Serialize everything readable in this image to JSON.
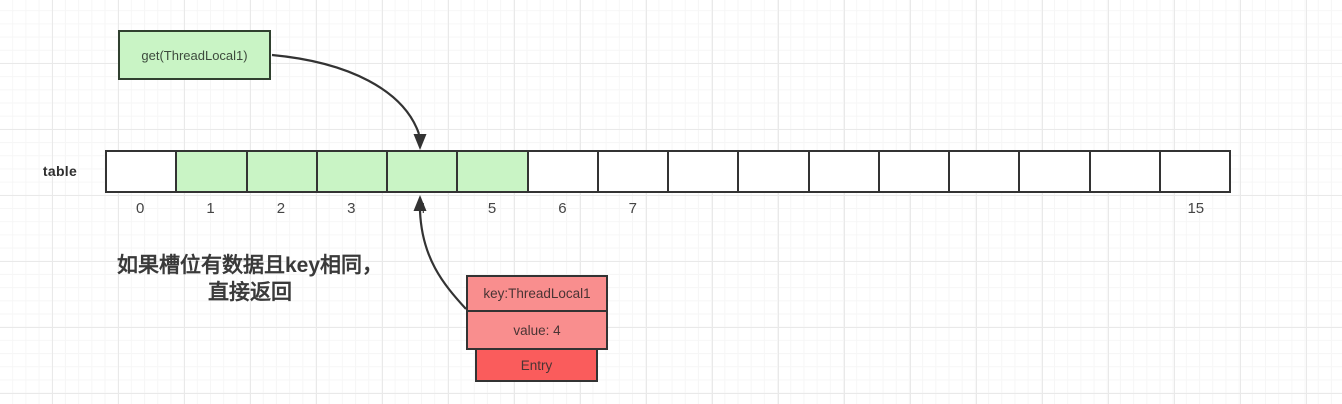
{
  "get_box": {
    "label": "get(ThreadLocal1)"
  },
  "table": {
    "label": "table",
    "cell_count": 16,
    "highlighted_indices": [
      1,
      2,
      3,
      4,
      5
    ],
    "index_labels": [
      "0",
      "1",
      "2",
      "3",
      "4",
      "5",
      "6",
      "7",
      "",
      "",
      "",
      "",
      "",
      "",
      "",
      "15"
    ]
  },
  "note": {
    "line1": "如果槽位有数据且key相同，",
    "line2": "直接返回"
  },
  "entry": {
    "key_label": "key:ThreadLocal1",
    "value_label": "value: 4",
    "entry_label": "Entry"
  },
  "colors": {
    "green_fill": "#c9f4c5",
    "green_border": "#30402f",
    "cell_border": "#333333",
    "red_light_fill": "#f98e8e",
    "red_dark_fill": "#fa5c5c",
    "arrow": "#333333",
    "text_dark": "#3a3a3a"
  }
}
